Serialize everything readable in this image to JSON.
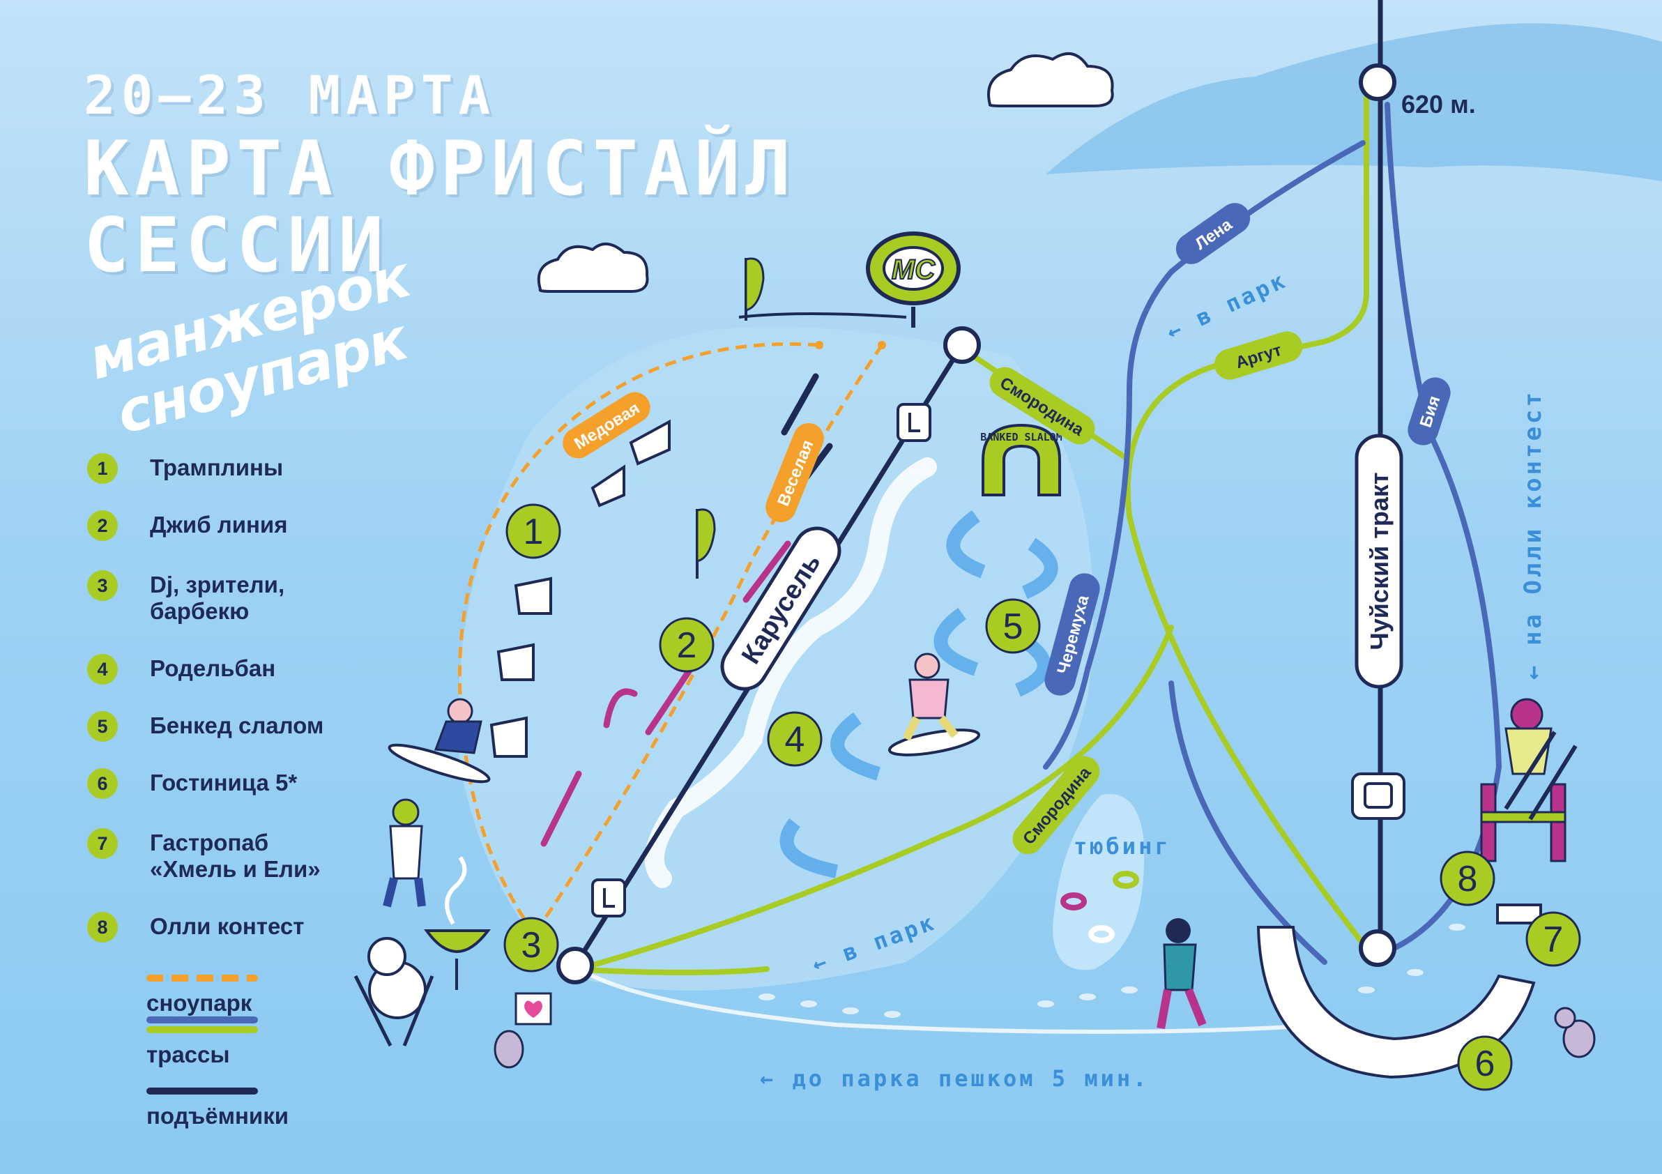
{
  "title": {
    "date": "20–23 МАРТА",
    "line1": "КАРТА ФРИСТАЙЛ",
    "line2": "СЕССИИ"
  },
  "brand": {
    "line1": "манжерок",
    "line2": "сноупарк",
    "logo_text": "MC"
  },
  "legend": [
    {
      "num": "1",
      "label": "Трамплины"
    },
    {
      "num": "2",
      "label": "Джиб линия"
    },
    {
      "num": "3",
      "label": "Dj, зрители, барбекю"
    },
    {
      "num": "4",
      "label": "Родельбан"
    },
    {
      "num": "5",
      "label": "Бенкед слалом"
    },
    {
      "num": "6",
      "label": "Гостиница 5*"
    },
    {
      "num": "7",
      "label": "Гастропаб «Хмель и Ели»"
    },
    {
      "num": "8",
      "label": "Олли контест"
    }
  ],
  "line_legend": [
    {
      "label": "сноупарк",
      "colors": [
        "#f5a02a"
      ],
      "style": "dashed"
    },
    {
      "label": "трассы",
      "colors": [
        "#4a68b8",
        "#a8cc24"
      ],
      "style": "solid"
    },
    {
      "label": "подъёмники",
      "colors": [
        "#1e2a55"
      ],
      "style": "solid"
    }
  ],
  "map": {
    "elevation": "620 м.",
    "trails": {
      "medovaya": "Медовая",
      "veselaya": "Веселая",
      "karusel": "Карусель",
      "smorodina_top": "Смородина",
      "smorodina_bottom": "Смородина",
      "lena": "Лена",
      "argut": "Аргут",
      "cheremukha": "Черемуха",
      "chuysky": "Чуйский тракт",
      "biya": "Бия"
    },
    "directions": {
      "to_park_top": "← в парк",
      "to_park_bottom": "← в парк",
      "to_olli": "← на Олли контест",
      "walk": "← до парка пешком 5 мин.",
      "tubing": "тюбинг",
      "banked": "BANKED SLALOM"
    },
    "badges": {
      "b1": "1",
      "b2": "2",
      "b3": "3",
      "b4": "4",
      "b5": "5",
      "b6": "6",
      "b7": "7",
      "b8": "8"
    }
  },
  "colors": {
    "green": "#a8cc24",
    "navy": "#1e2a55",
    "blue_trail": "#4a68b8",
    "orange": "#f5a02a",
    "magenta": "#b8338c",
    "sky": "#a6d6f5"
  }
}
